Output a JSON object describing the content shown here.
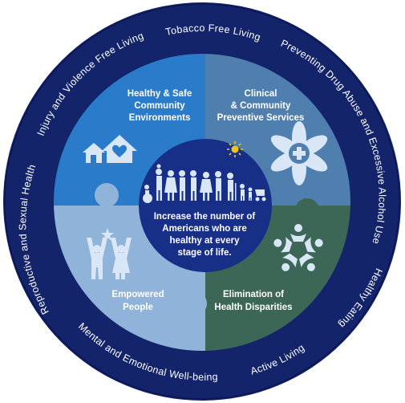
{
  "colors": {
    "outer_ring": "#14246b",
    "outer_ring_edge": "#0c1650",
    "quadrant_top_left": "#2a7ccb",
    "quadrant_top_right": "#4f7fae",
    "quadrant_bottom_left": "#8fb3d9",
    "quadrant_bottom_right": "#3c6757",
    "center_circle": "#182f87",
    "sun": "#f2c419",
    "icon_light": "#d9e6f5"
  },
  "ring_labels": [
    {
      "text": "Tobacco Free Living"
    },
    {
      "text": "Preventing Drug Abuse and Excessive Alcohol Use"
    },
    {
      "text": "Healthy Eating"
    },
    {
      "text": "Active Living"
    },
    {
      "text": "Mental and Emotional Well-being"
    },
    {
      "text": "Reproductive and Sexual Health"
    },
    {
      "text": "Injury and Violence Free Living"
    }
  ],
  "quadrants": {
    "top_left": {
      "line1": "Healthy & Safe",
      "line2": "Community",
      "line3": "Environments",
      "icon": "houses-heart-icon"
    },
    "top_right": {
      "line1": "Clinical",
      "line2": "& Community",
      "line3": "Preventive Services",
      "icon": "medical-star-icon"
    },
    "bottom_left": {
      "line1": "Empowered",
      "line2": "People",
      "icon": "raised-arms-people-icon"
    },
    "bottom_right": {
      "line1": "Elimination of",
      "line2": "Health Disparities",
      "icon": "circle-of-people-icon"
    }
  },
  "center": {
    "line1": "Increase the number of",
    "line2": "Americans who are",
    "line3": "healthy at every",
    "line4": "stage of life.",
    "icon": "diverse-people-icon"
  }
}
